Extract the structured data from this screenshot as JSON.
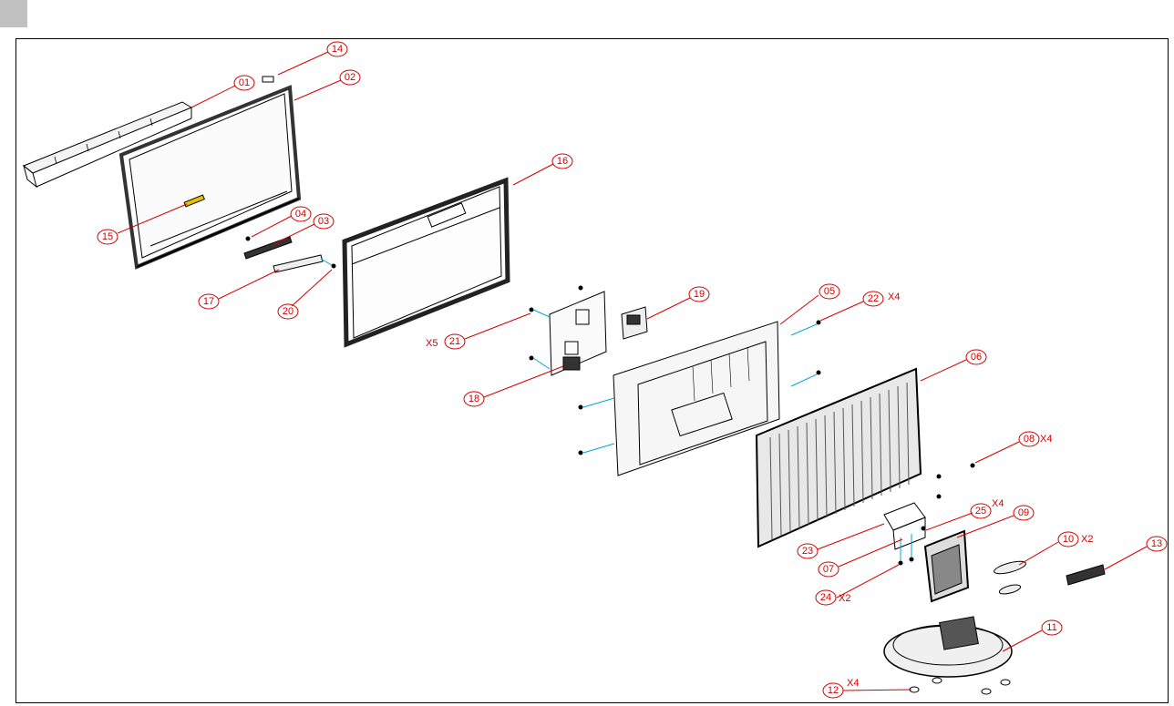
{
  "colors": {
    "callout": "#d40000",
    "line": "#000000",
    "cyan": "#00a8d0",
    "header_block": "#c0c0c0"
  },
  "callouts": [
    {
      "id": "c01",
      "num": "01",
      "qty": ""
    },
    {
      "id": "c02",
      "num": "02",
      "qty": ""
    },
    {
      "id": "c03",
      "num": "03",
      "qty": ""
    },
    {
      "id": "c04",
      "num": "04",
      "qty": ""
    },
    {
      "id": "c05",
      "num": "05",
      "qty": ""
    },
    {
      "id": "c06",
      "num": "06",
      "qty": ""
    },
    {
      "id": "c07",
      "num": "07",
      "qty": ""
    },
    {
      "id": "c08",
      "num": "08",
      "qty": "X4"
    },
    {
      "id": "c09",
      "num": "09",
      "qty": ""
    },
    {
      "id": "c10",
      "num": "10",
      "qty": "X2"
    },
    {
      "id": "c11",
      "num": "11",
      "qty": ""
    },
    {
      "id": "c12",
      "num": "12",
      "qty": "X4"
    },
    {
      "id": "c13",
      "num": "13",
      "qty": ""
    },
    {
      "id": "c14",
      "num": "14",
      "qty": ""
    },
    {
      "id": "c15",
      "num": "15",
      "qty": ""
    },
    {
      "id": "c16",
      "num": "16",
      "qty": ""
    },
    {
      "id": "c17",
      "num": "17",
      "qty": ""
    },
    {
      "id": "c18",
      "num": "18",
      "qty": ""
    },
    {
      "id": "c19",
      "num": "19",
      "qty": ""
    },
    {
      "id": "c20",
      "num": "20",
      "qty": ""
    },
    {
      "id": "c21",
      "num": "21",
      "qty": "X5"
    },
    {
      "id": "c22",
      "num": "22",
      "qty": "X4"
    },
    {
      "id": "c23",
      "num": "23",
      "qty": ""
    },
    {
      "id": "c24",
      "num": "24",
      "qty": "X2"
    },
    {
      "id": "c25",
      "num": "25",
      "qty": "X4"
    }
  ]
}
